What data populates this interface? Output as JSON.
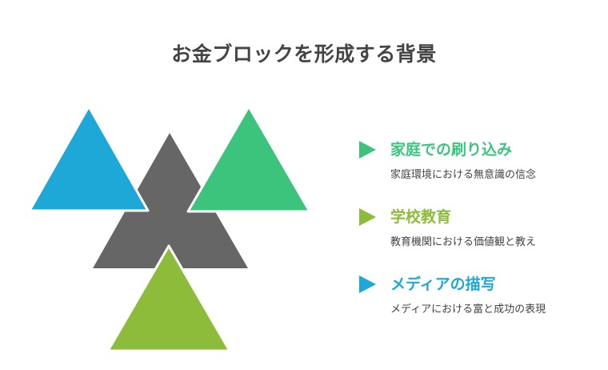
{
  "title": "お金ブロックを形成する背景",
  "colors": {
    "blue": "#1EA8D8",
    "gray": "#666666",
    "green": "#3CC47C",
    "olive": "#8DBC3A"
  },
  "items": [
    {
      "heading": "家庭での刷り込み",
      "description": "家庭環境における無意識の信念",
      "color": "#3CC47C",
      "icon": "play-triangle-icon"
    },
    {
      "heading": "学校教育",
      "description": "教育機関における価値観と教え",
      "color": "#8DBC3A",
      "icon": "play-triangle-icon"
    },
    {
      "heading": "メディアの描写",
      "description": "メディアにおける富と成功の表現",
      "color": "#1EA8D8",
      "icon": "play-triangle-icon"
    }
  ]
}
